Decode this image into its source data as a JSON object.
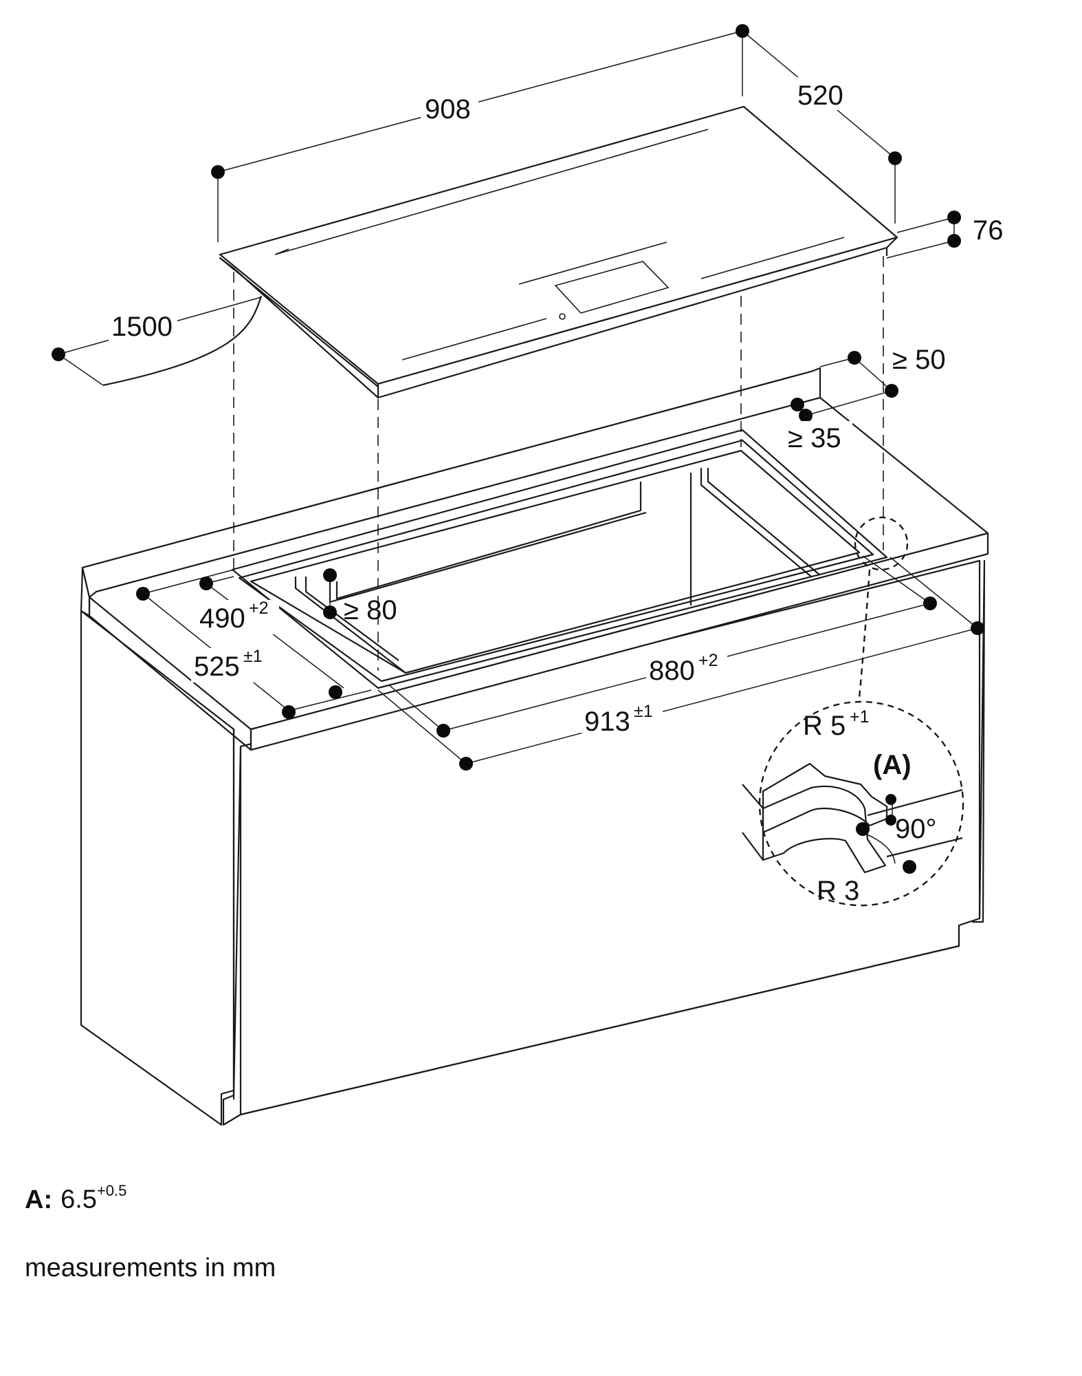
{
  "dimensions": {
    "hob_width": "908",
    "hob_depth": "520",
    "hob_height": "76",
    "cable_length": "1500",
    "rear_clearance": "≥ 50",
    "side_clearance": "≥ 35",
    "front_clearance": "≥ 80",
    "cutout_depth": "490",
    "cutout_depth_tol": "+2",
    "recess_depth": "525",
    "recess_depth_tol": "±1",
    "cutout_width": "880",
    "cutout_width_tol": "+2",
    "recess_width": "913",
    "recess_width_tol": "±1"
  },
  "detail": {
    "radius_outer": "R 5",
    "radius_outer_tol": "+1",
    "radius_inner": "R 3",
    "marker": "(A)",
    "angle": "90°"
  },
  "notes": {
    "a_key": "A:",
    "a_value": "6.5",
    "a_tol": "+0.5",
    "units": "measurements in mm"
  }
}
